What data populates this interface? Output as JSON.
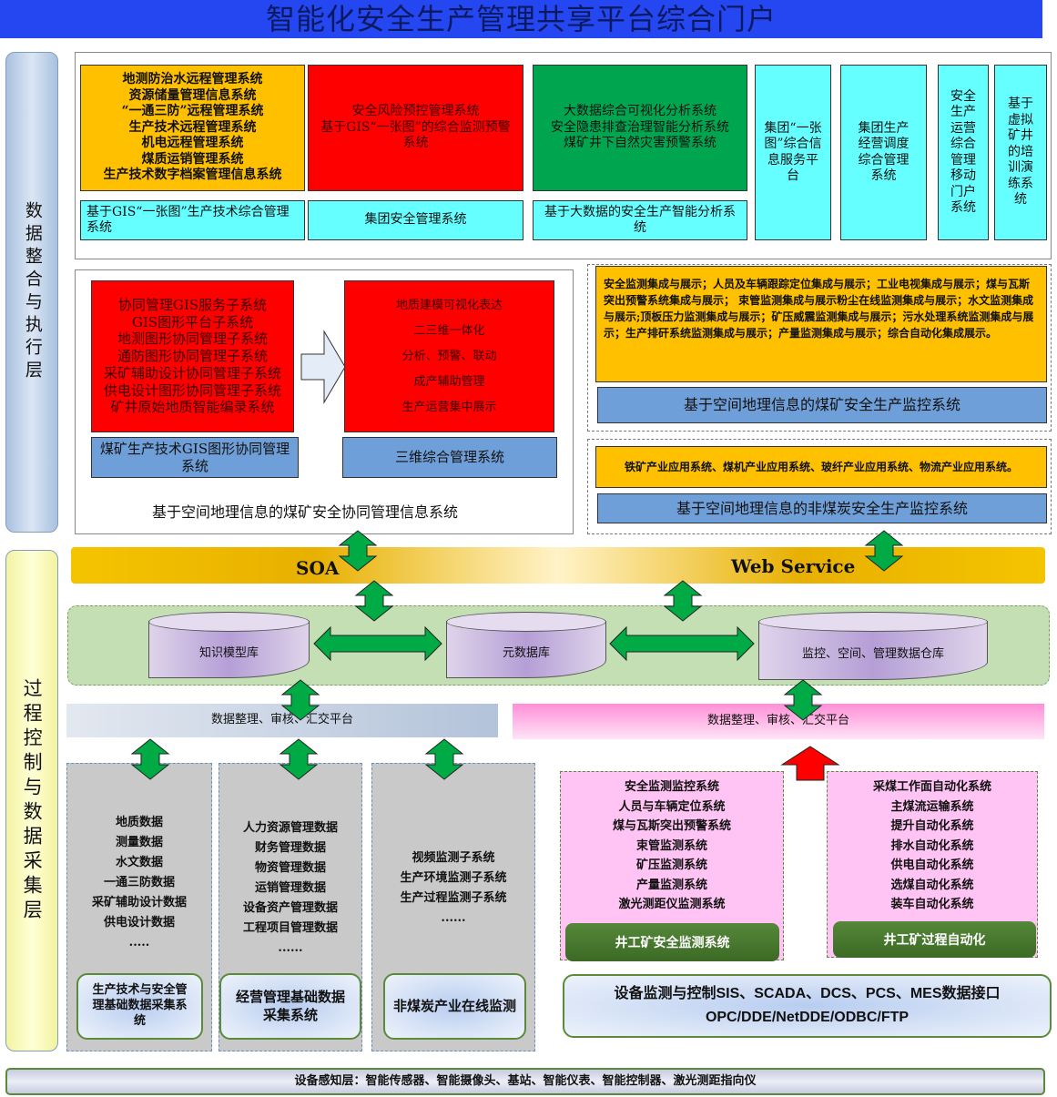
{
  "title": "智能化安全生产管理共享平台综合门户",
  "layers": {
    "upper": "数据整合与执行层",
    "lower": "过程控制与数据采集层"
  },
  "top": {
    "orange_lines": [
      "地测防治水远程管理系统",
      "资源储量管理信息系统",
      "“一通三防”远程管理系统",
      "生产技术远程管理系统",
      "机电远程管理系统",
      "煤质运销管理系统",
      "生产技术数字档案管理信息系统"
    ],
    "orange_label": "基于GIS“一张图”生产技术综合管理系统",
    "red_lines": [
      "安全风险预控管理系统",
      "基于GIS“一张图”的综合监测预警系统"
    ],
    "red_label": "集团安全管理系统",
    "green_lines": [
      "大数据综合可视化分析系统",
      "安全隐患排查治理智能分析系统",
      "煤矿井下自然灾害预警系统"
    ],
    "green_label": "基于大数据的安全生产智能分析系统",
    "tall": [
      "集团“一张图”综合信息服务平台",
      "集团生产经营调度综合管理系统",
      "安全生产运营综合管理移动门户系统",
      "基于虚拟矿井的培训演练系统"
    ]
  },
  "collab": {
    "left_lines": [
      "协同管理GIS服务子系统",
      "GIS图形平台子系统",
      "地测图形协同管理子系统",
      "通防图形协同管理子系统",
      "采矿辅助设计协同管理子系统",
      "供电设计图形协同管理子系统",
      "矿井原始地质智能编录系统"
    ],
    "right_lines": [
      "地质建模可视化表达",
      "二三维一体化",
      "分析、预警、联动",
      "成产辅助管理",
      "生产运营集中展示"
    ],
    "left_label": "煤矿生产技术GIS图形协同管理系统",
    "right_label": "三维综合管理系统",
    "caption": "基于空间地理信息的煤矿安全协同管理信息系统"
  },
  "monitor": {
    "coal_text": "安全监测集成与展示；人员及车辆跟踪定位集成与展示；工业电视集成与展示；煤与瓦斯突出预警系统集成与展示； 束管监测集成与展示粉尘在线监测集成与展示；水文监测集成与展示;顶板压力监测集成与展示；矿压威震监测集成与展示；污水处理系统监测集成与展示；生产排矸系统监测集成与展示；产量监测集成与展示；综合自动化集成展示。",
    "coal_label": "基于空间地理信息的煤矿安全生产监控系统",
    "noncoal_text": "铁矿产业应用系统、煤机产业应用系统、玻纤产业应用系统、物流产业应用系统。",
    "noncoal_label": "基于空间地理信息的非煤炭安全生产监控系统"
  },
  "bus": {
    "soa": "SOA",
    "ws": "Web Service"
  },
  "databases": [
    "知识模型库",
    "元数据库",
    "监控、空间、管理数据仓库"
  ],
  "platforms": [
    "数据整理、审核、汇交平台",
    "数据整理、审核、汇交平台"
  ],
  "columns": [
    {
      "lines": [
        "地质数据",
        "测量数据",
        "水文数据",
        "一通三防数据",
        "采矿辅助设计数据",
        "供电设计数据",
        "....."
      ],
      "button": "生产技术与安全管理基础数据采集系统"
    },
    {
      "lines": [
        "人力资源管理数据",
        "财务管理数据",
        "物资管理数据",
        "运销管理数据",
        "设备资产管理数据",
        "工程项目管理数据",
        "......"
      ],
      "button": "经营管理基础数据采集系统"
    },
    {
      "lines": [
        "视频监测子系统",
        "生产环境监测子系统",
        "生产过程监测子系统",
        "......"
      ],
      "button": "非煤炭产业在线监测"
    }
  ],
  "safety": {
    "lines": [
      "安全监测监控系统",
      "人员与车辆定位系统",
      "煤与瓦斯突出预警系统",
      "束管监测系统",
      "矿压监测系统",
      "产量监测系统",
      "激光测距仪监测系统"
    ],
    "button": "井工矿安全监测系统"
  },
  "auto": {
    "lines": [
      "采煤工作面自动化系统",
      "主煤流运输系统",
      "提升自动化系统",
      "排水自动化系统",
      "供电自动化系统",
      "选煤自动化系统",
      "装车自动化系统"
    ],
    "button": "井工矿过程自动化"
  },
  "interface": {
    "line1": "设备监测与控制SIS、SCADA、DCS、PCS、MES数据接口",
    "line2": "OPC/DDE/NetDDE/ODBC/FTP"
  },
  "sensing": "设备感知层：智能传感器、智能摄像头、基站、智能仪表、智能控制器、激光测距指向仪"
}
